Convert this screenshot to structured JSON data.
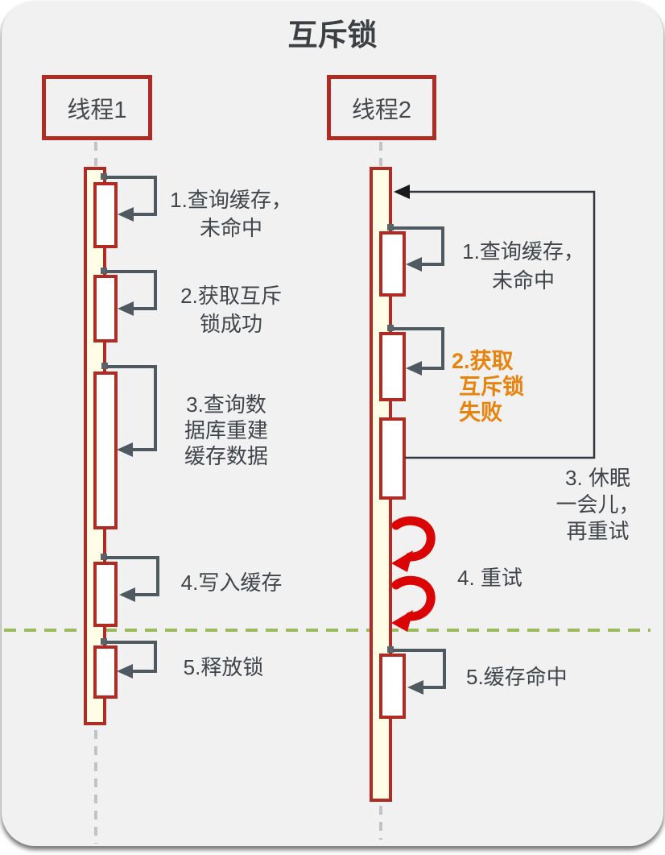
{
  "title": "互斥锁",
  "colors": {
    "card-bg": "#F1F1F2",
    "red": "#B02B23",
    "yellow": "#FFFDE6",
    "arrow": "#4E5A5F",
    "text": "#3F4549",
    "orange": "#E8830D",
    "green": "#9BBA5C",
    "retry-red": "#DB0404",
    "lifeline": "#C1C3C4",
    "loopbox": "#33383C"
  },
  "threads": [
    {
      "label": "线程1",
      "messages": [
        {
          "lines": [
            "1.查询缓存，",
            "未命中"
          ]
        },
        {
          "lines": [
            "2.获取互斥",
            "锁成功"
          ]
        },
        {
          "lines": [
            "3.查询数",
            "据库重建",
            "缓存数据"
          ]
        },
        {
          "lines": [
            "4.写入缓存"
          ]
        },
        {
          "lines": [
            "5.释放锁"
          ]
        }
      ]
    },
    {
      "label": "线程2",
      "messages": [
        {
          "lines": [
            "1.查询缓存，",
            "未命中"
          ]
        },
        {
          "lines": [
            "2.获取",
            "互斥锁",
            "失败"
          ]
        },
        {
          "lines": [
            "3. 休眠",
            "一会儿，",
            "再重试"
          ]
        },
        {
          "lines": [
            "4. 重试"
          ]
        },
        {
          "lines": [
            "5.缓存命中"
          ]
        }
      ]
    }
  ]
}
